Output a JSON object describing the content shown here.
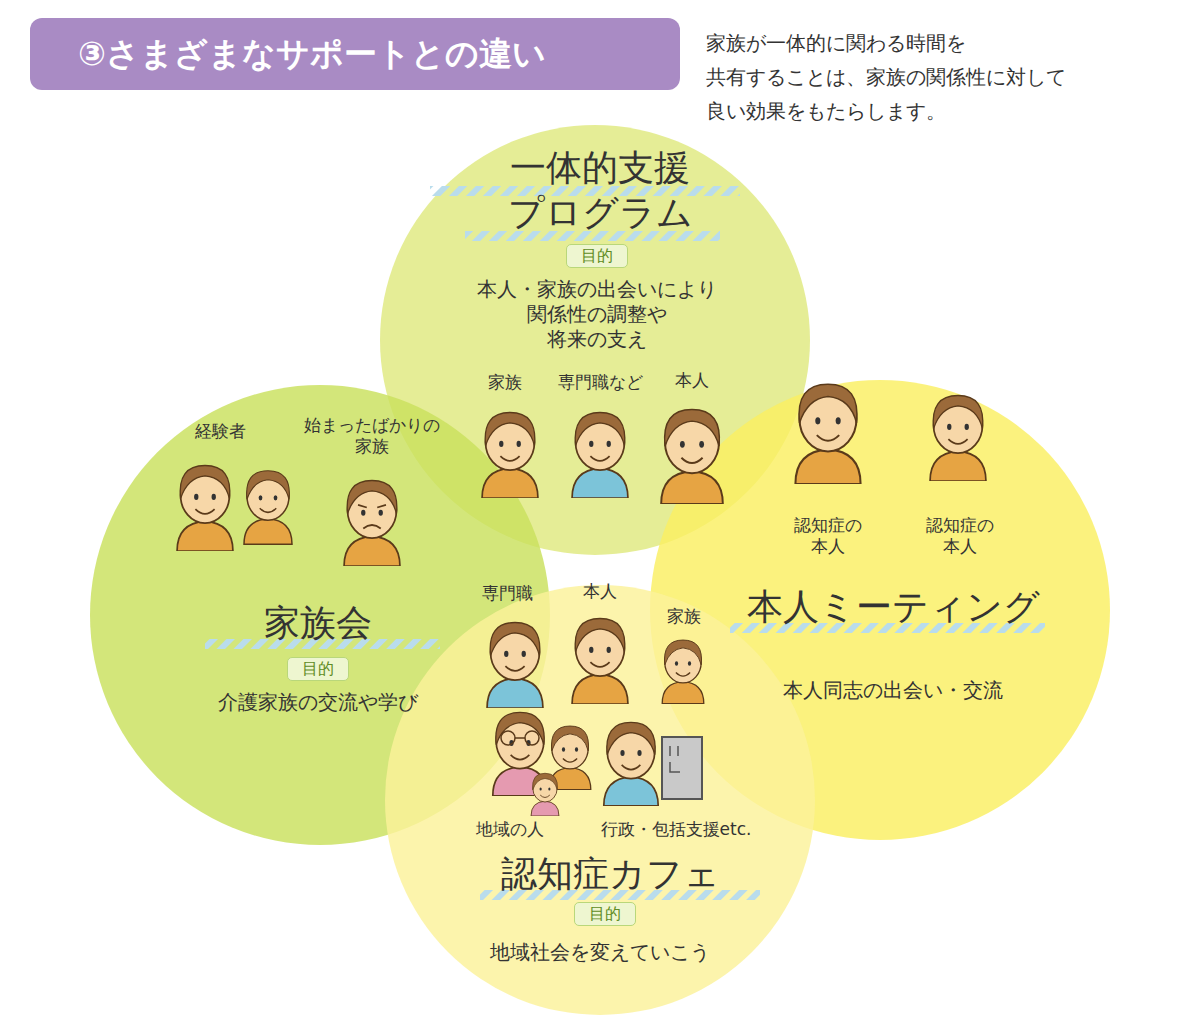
{
  "diagram": {
    "title": "③さまざまなサポートとの違い",
    "nodes": [
      {
        "text": [
          "一体的支援 プログラム",
          "目的",
          "本人・家族の出会いにより 関係性の調整や 将来の支え",
          "家族",
          "専門職など",
          "本人"
        ]
      },
      {
        "text": [
          "経験者",
          "始まったばかりの 家族",
          "家族会",
          "目的",
          "介護家族の交流や学び"
        ]
      },
      {
        "text": [
          "認知症の 本人",
          "認知症の 本人",
          "本人ミーティング",
          "本人同志の出会い・交流"
        ]
      },
      {
        "text": [
          "専門職",
          "本人",
          "家族",
          "地域の人",
          "行政・包括支援etc.",
          "認知症カフェ",
          "目的",
          "地域社会を変えていこう"
        ]
      }
    ],
    "labels": [
      "家族が一体的に関わる時間を 共有することは、家族の関係性に対して 良い効果をもたらします。"
    ]
  }
}
